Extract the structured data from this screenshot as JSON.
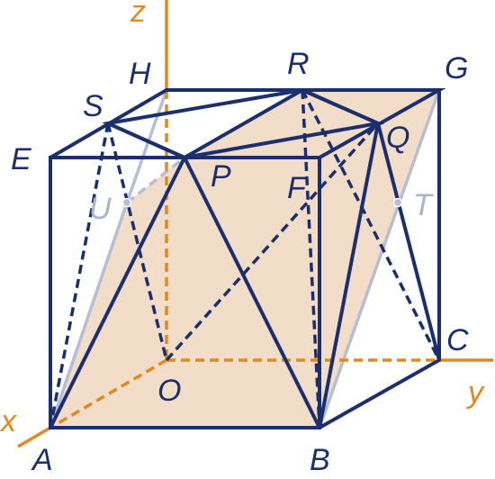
{
  "colors": {
    "edge": "#1b2f6e",
    "axis": "#e08a1e",
    "hidden": "#b6bdd6",
    "fill": "#f2ddc9",
    "label": "#1b2f6e",
    "hidden_label": "#aab2cc"
  },
  "axes": {
    "x": "x",
    "y": "y",
    "z": "z"
  },
  "points": {
    "A": "A",
    "B": "B",
    "C": "C",
    "E": "E",
    "F": "F",
    "G": "G",
    "H": "H",
    "O": "O",
    "P": "P",
    "Q": "Q",
    "R": "R",
    "S": "S",
    "T": "T",
    "U": "U"
  }
}
